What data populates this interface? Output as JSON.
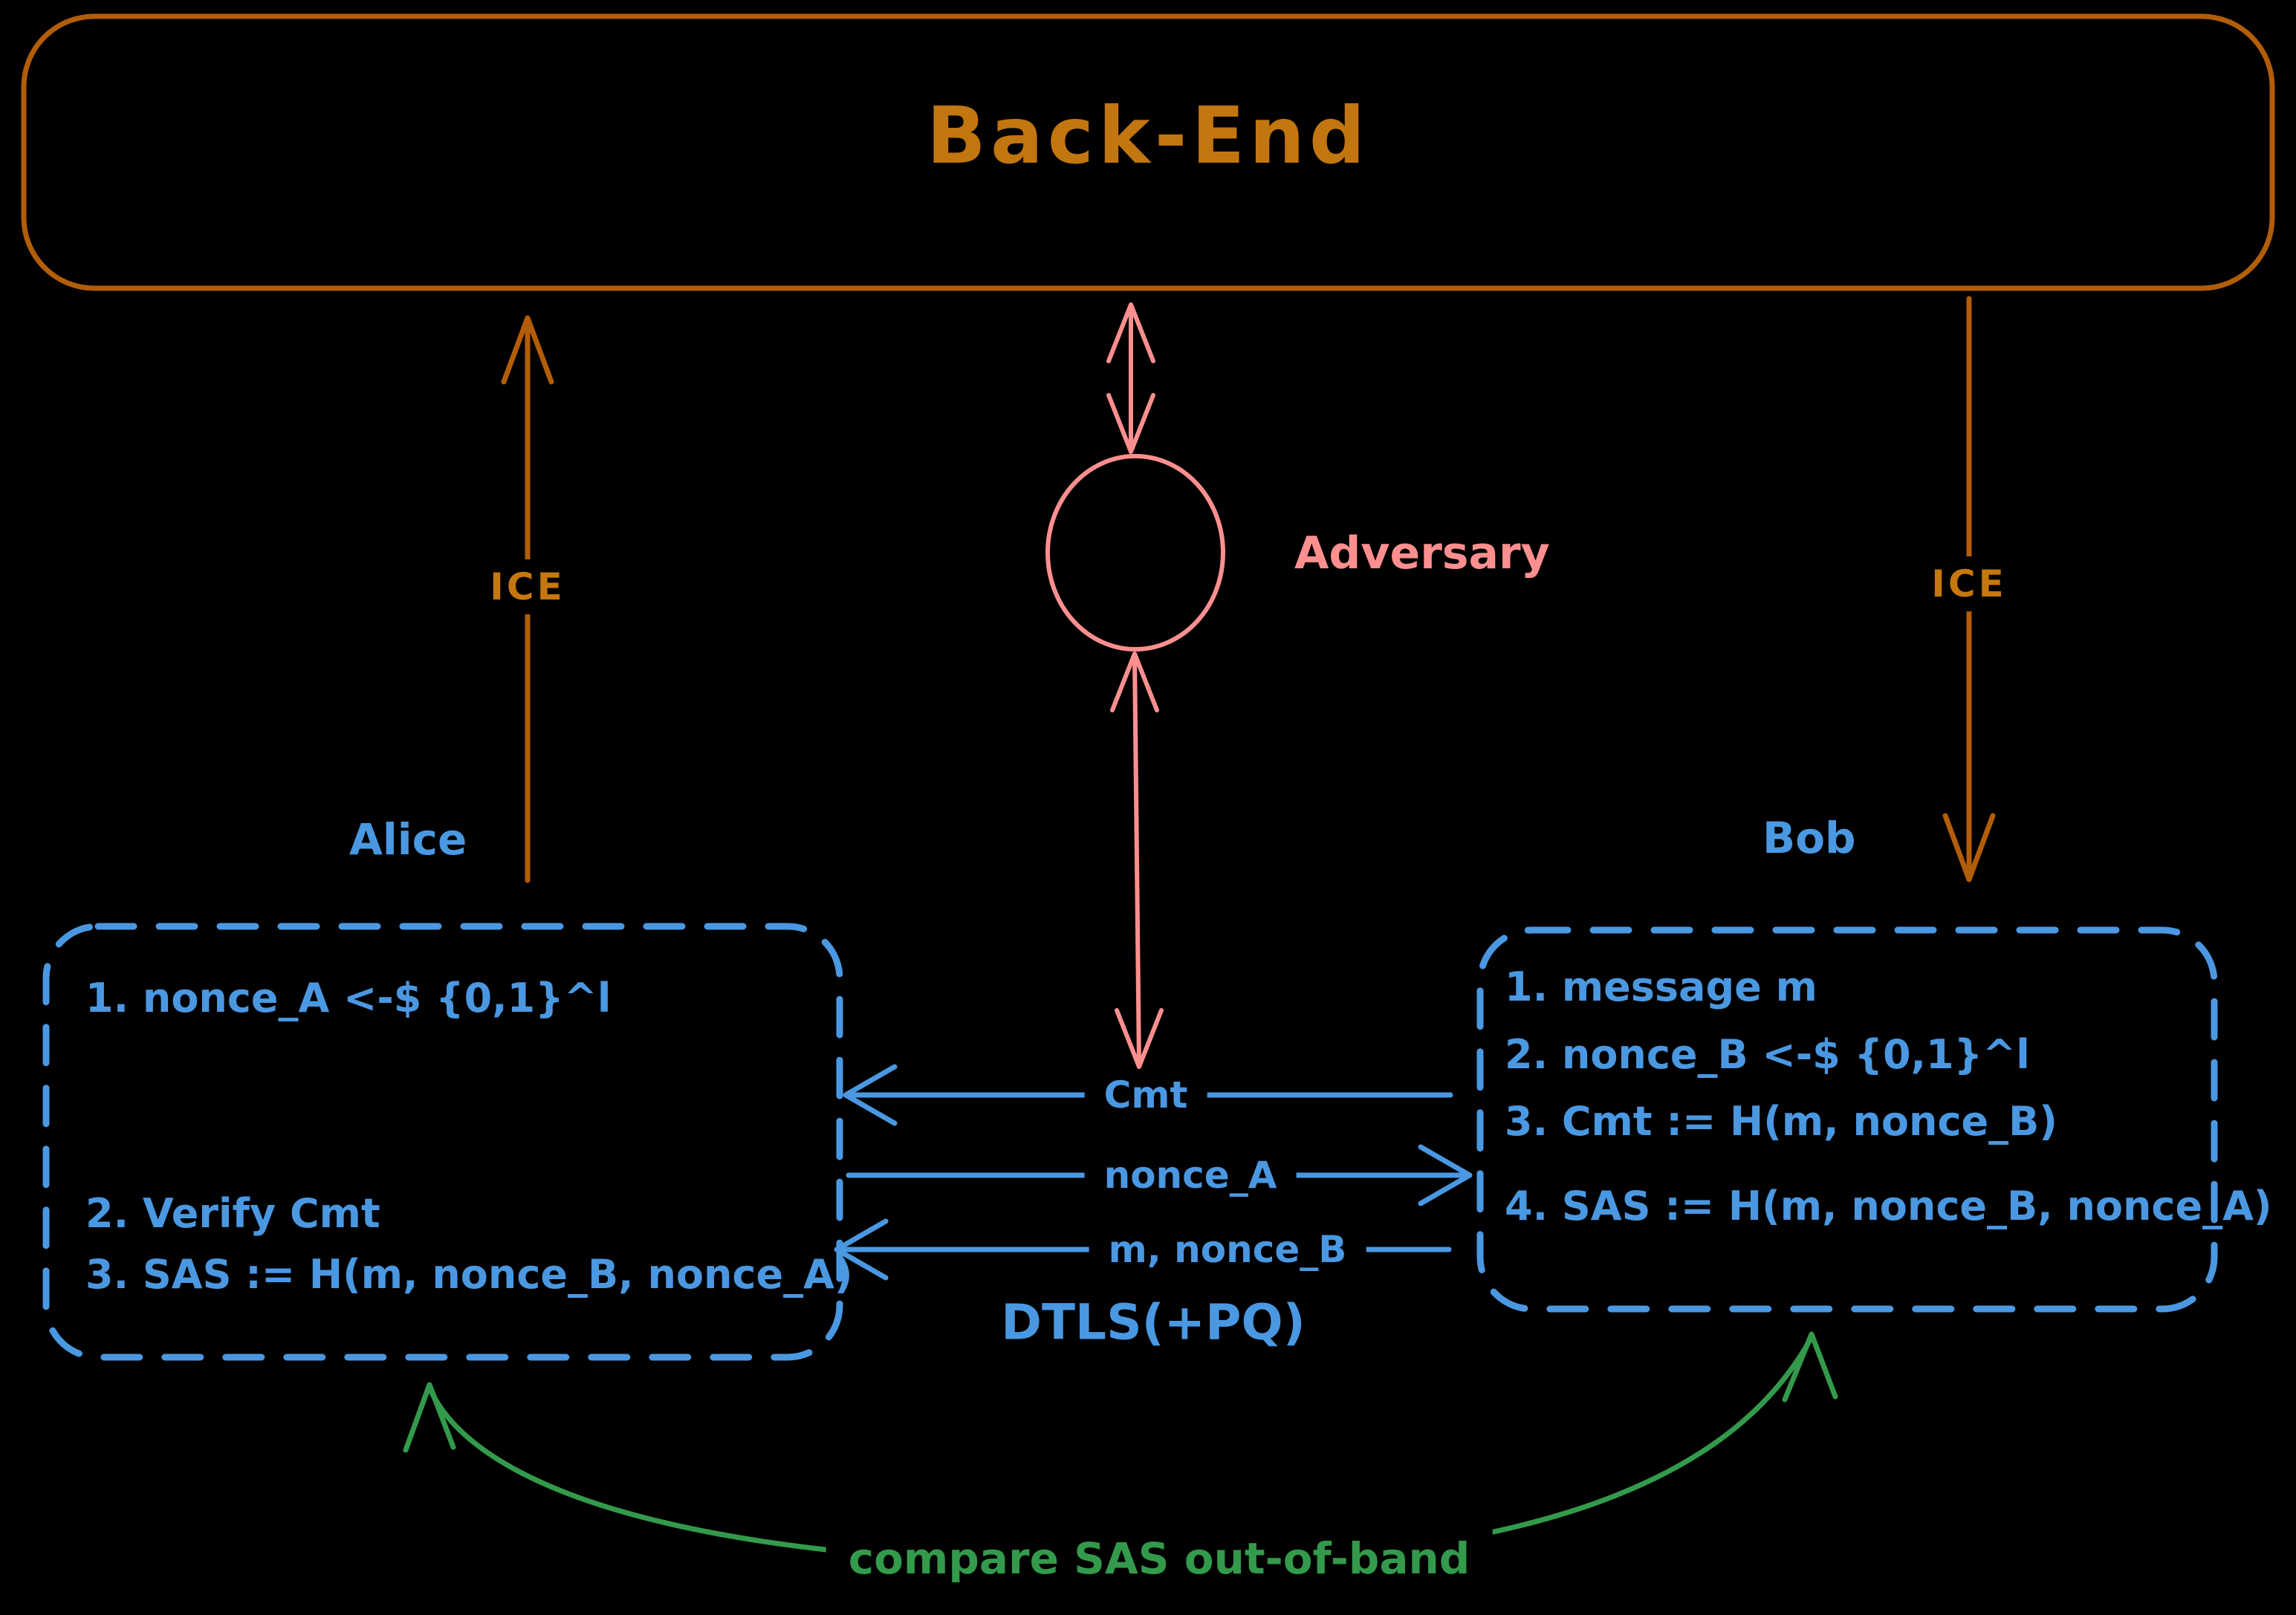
{
  "backend": {
    "title": "Back-End"
  },
  "adversary": {
    "label": "Adversary"
  },
  "ice": {
    "left_label": "ICE",
    "right_label": "ICE"
  },
  "alice": {
    "name": "Alice",
    "steps": [
      "1. nonce_A <-$ {0,1}^l",
      "2. Verify Cmt",
      "3. SAS := H(m, nonce_B, nonce_A)"
    ]
  },
  "bob": {
    "name": "Bob",
    "steps": [
      "1. message m",
      "2. nonce_B <-$ {0,1}^l",
      "3. Cmt := H(m, nonce_B)",
      "4. SAS := H(m, nonce_B, nonce_A)"
    ]
  },
  "messages": {
    "cmt": "Cmt",
    "nonce_a": "nonce_A",
    "m_nonce_b": "m, nonce_B",
    "transport": "DTLS(+PQ)"
  },
  "oob": {
    "label": "compare SAS out-of-band"
  },
  "colors": {
    "orange_line": "#b25d08",
    "orange_text": "#c6770d",
    "blue": "#4a98e2",
    "pink": "#ff8f8f",
    "green": "#339a4b",
    "background": "#000000"
  }
}
